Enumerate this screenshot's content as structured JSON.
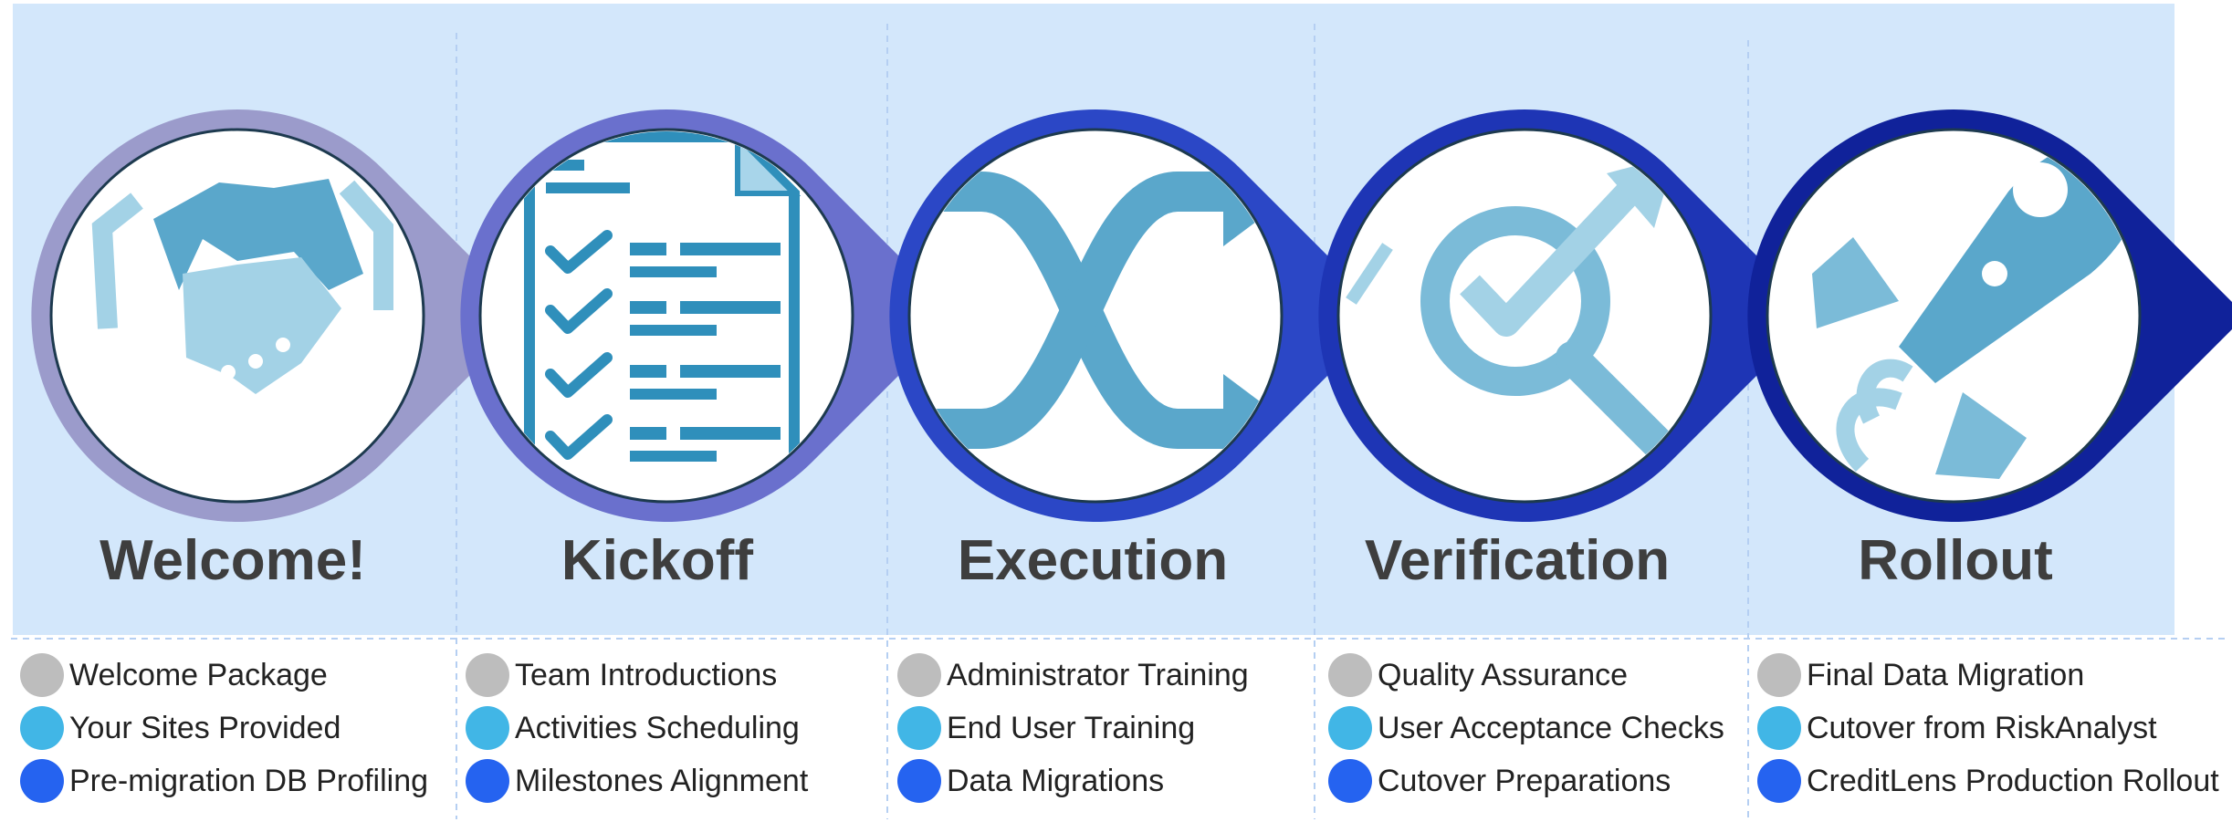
{
  "colors": {
    "background_panel": "#d3e7fb",
    "status_dots": [
      "#bdbdbd",
      "#41b6e6",
      "#2563f0"
    ],
    "stage_rings": [
      "#9b9bcb",
      "#6a70cd",
      "#2b47c6",
      "#1e35b5",
      "#10229a"
    ],
    "icon_fill": "#5aa7cb"
  },
  "stages": [
    {
      "title": "Welcome!",
      "icon": "handshake-icon",
      "items": [
        "Welcome Package",
        "Your Sites Provided",
        "Pre-migration DB Profiling"
      ]
    },
    {
      "title": "Kickoff",
      "icon": "checklist-document-icon",
      "items": [
        "Team Introductions",
        "Activities Scheduling",
        "Milestones Alignment"
      ]
    },
    {
      "title": "Execution",
      "icon": "crossing-arrows-icon",
      "items": [
        "Administrator Training",
        "End User Training",
        "Data Migrations"
      ]
    },
    {
      "title": "Verification",
      "icon": "magnifier-check-icon",
      "items": [
        "Quality Assurance",
        "User Acceptance Checks",
        "Cutover Preparations"
      ]
    },
    {
      "title": "Rollout",
      "icon": "rocket-icon",
      "items": [
        "Final Data Migration",
        "Cutover from RiskAnalyst",
        "CreditLens Production Rollout"
      ]
    }
  ]
}
